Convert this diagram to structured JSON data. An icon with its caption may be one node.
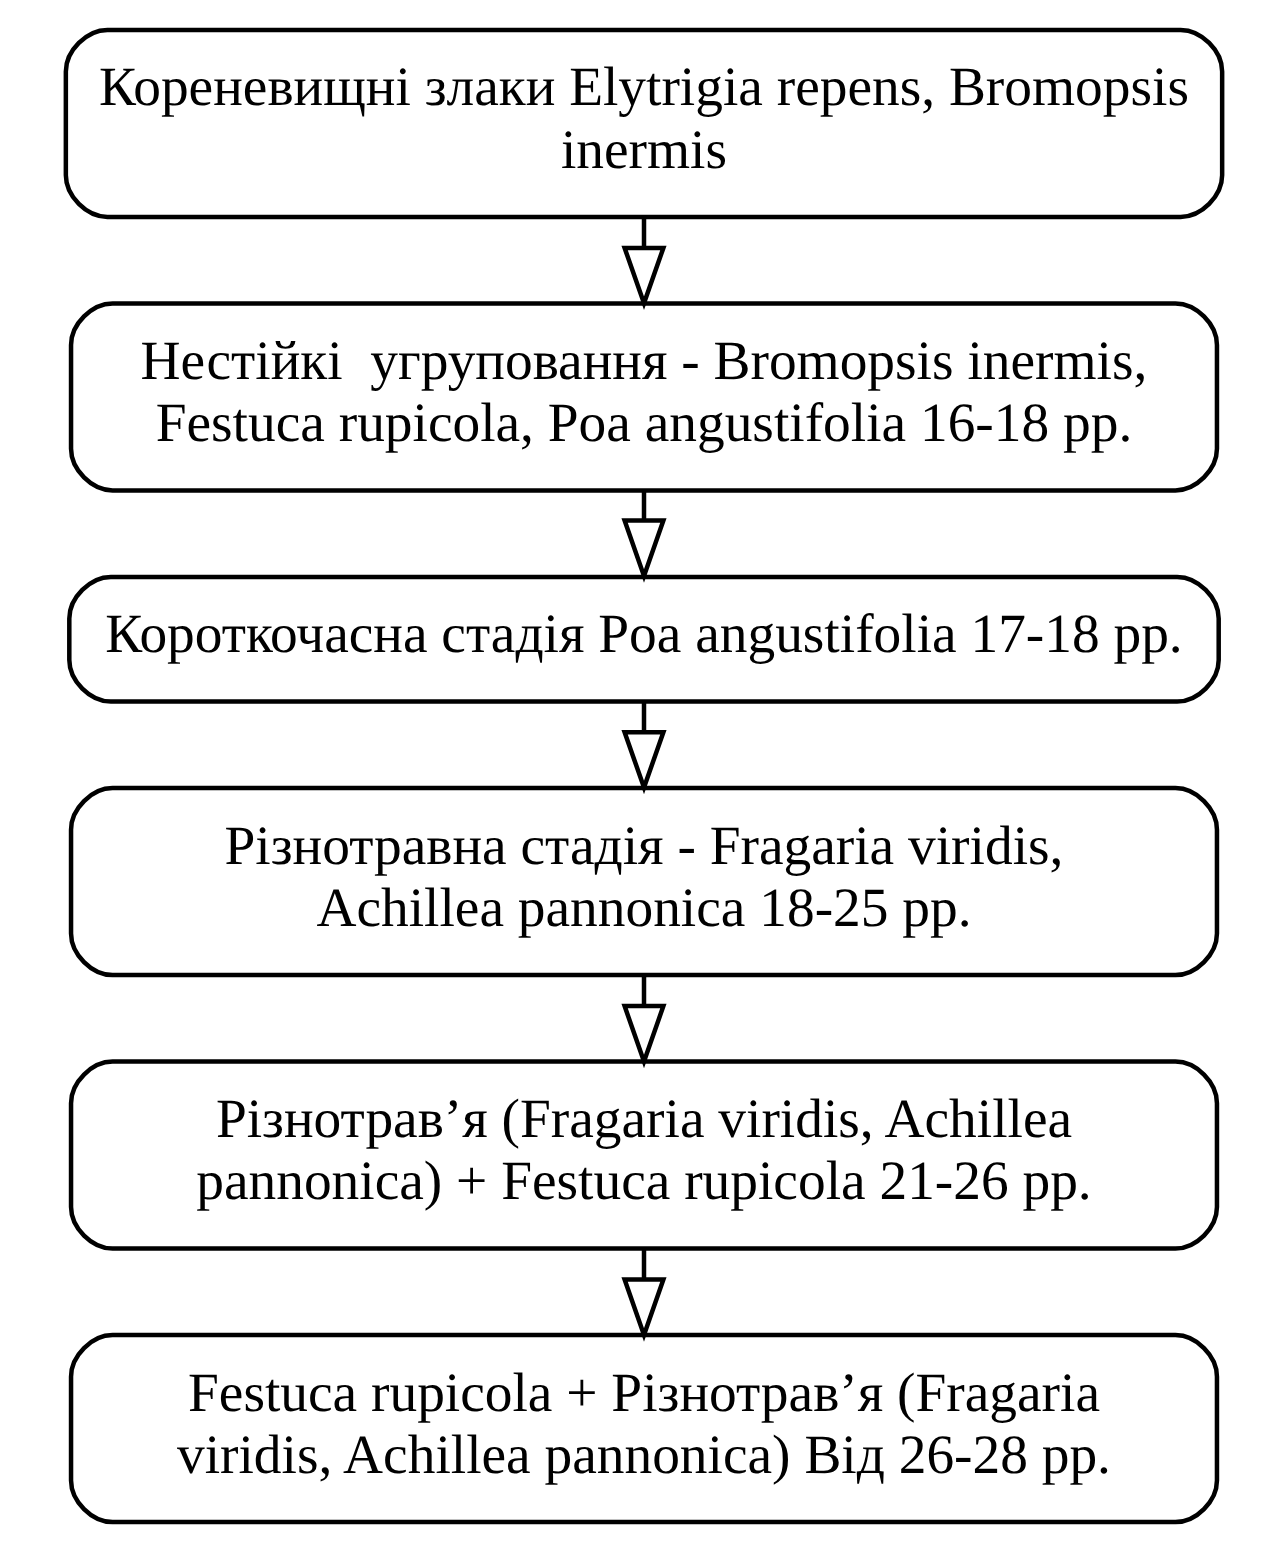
{
  "diagram": {
    "nodes": [
      {
        "text": [
          "Кореневищні злаки Elytrigia repens, Bromopsis inermis"
        ]
      },
      {
        "text": [
          "Нестійкі  угруповання - Bromopsis inermis, Festuca rupicola, Poa angustifolia 16-18 рр."
        ]
      },
      {
        "text": [
          "Короткочасна стадія Poa angustifolia 17-18 рр."
        ]
      },
      {
        "text": [
          "Різнотравна стадія - Fragaria viridis, Achillea pannonica 18-25 рр."
        ]
      },
      {
        "text": [
          "Різнотрав’я (Fragaria viridis, Achillea pannonica) + Festuca rupicola 21-26 рр."
        ]
      },
      {
        "text": [
          "Festuca rupicola + Різнотрав’я (Fragaria viridis, Achillea pannonica) Від 26-28 рр."
        ]
      }
    ],
    "edges": [
      {
        "from": 0,
        "to": 1,
        "arrow": "to"
      },
      {
        "from": 1,
        "to": 2,
        "arrow": "to"
      },
      {
        "from": 2,
        "to": 3,
        "arrow": "to"
      },
      {
        "from": 3,
        "to": 4,
        "arrow": "to"
      },
      {
        "from": 4,
        "to": 5,
        "arrow": "to"
      }
    ]
  }
}
